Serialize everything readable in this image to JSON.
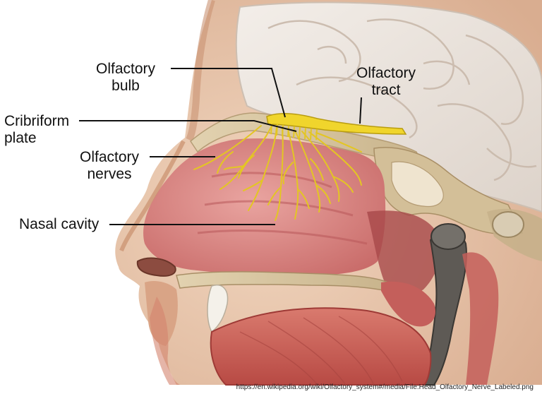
{
  "labels": {
    "olfactory_bulb": [
      "Olfactory",
      "bulb"
    ],
    "olfactory_tract": [
      "Olfactory",
      "tract"
    ],
    "cribriform_plate": [
      "Cribriform",
      "plate"
    ],
    "olfactory_nerves": [
      "Olfactory",
      "nerves"
    ],
    "nasal_cavity": "Nasal cavity"
  },
  "source_url": "https://en.wikipedia.org/wiki/Olfactory_system#/media/File:Head_Olfactory_Nerve_Labeled.png",
  "colors": {
    "background": "#ffffff",
    "skin": "#e9c7ad",
    "muscle": "#c9605a",
    "cavity": "#dd8e8a",
    "bone": "#d8c6a2",
    "brain": "#ece6e0",
    "nerve": "#e8cf2a",
    "leader_line": "#111111"
  }
}
